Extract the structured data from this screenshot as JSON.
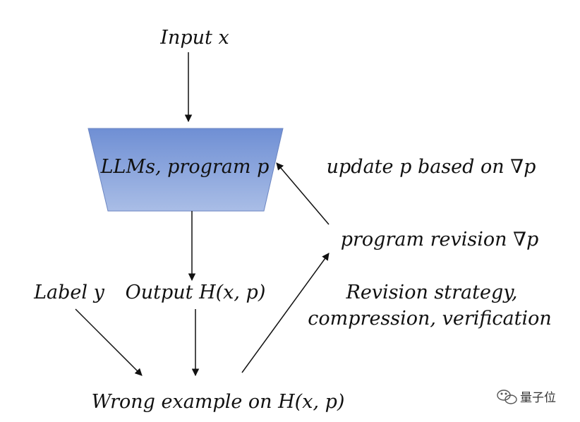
{
  "nodes": {
    "input": "Input x",
    "model": "LLMs, program p",
    "output": "Output H(x, p)",
    "label": "Label y",
    "wrong_example": "Wrong example on H(x, p)",
    "program_revision": "program revision ∇p",
    "update": "update p based on ∇p",
    "strategy_line1": "Revision strategy,",
    "strategy_line2": "compression, verification"
  },
  "colors": {
    "box_top": "#6f8fd4",
    "box_bottom": "#a9bde6",
    "box_stroke": "#6c86c2",
    "arrow": "#111111",
    "text": "#111111"
  },
  "watermark": {
    "icon": "wechat-icon",
    "text": "量子位"
  }
}
